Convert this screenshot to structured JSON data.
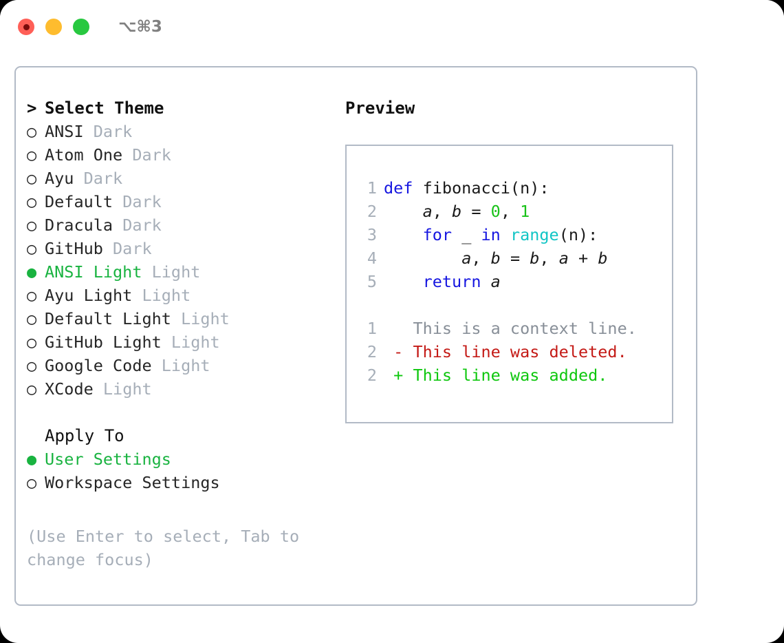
{
  "titlebar": {
    "dots": [
      {
        "name": "close-button",
        "color": "#ff5f57",
        "recording": true
      },
      {
        "name": "minimize-button",
        "color": "#febc2e",
        "recording": false
      },
      {
        "name": "maximize-button",
        "color": "#28c840",
        "recording": false
      }
    ],
    "shortcut": "⌥⌘3"
  },
  "colors": {
    "accent_green": "#19b340",
    "muted": "#a6aeb8",
    "border": "#b2bac6",
    "keyword_blue": "#1616e0",
    "function_cyan": "#11c5c5",
    "number_green": "#19c219",
    "diff_delete": "#c41a16",
    "diff_add": "#0ec70e",
    "diff_context": "#888f98"
  },
  "theme_picker": {
    "title": "Select Theme",
    "prompt_marker": ">",
    "bullet_selected": "●",
    "bullet_unselected": "○",
    "items": [
      {
        "name": "ANSI",
        "kind": "Dark",
        "selected": false
      },
      {
        "name": "Atom One",
        "kind": "Dark",
        "selected": false
      },
      {
        "name": "Ayu",
        "kind": "Dark",
        "selected": false
      },
      {
        "name": "Default",
        "kind": "Dark",
        "selected": false
      },
      {
        "name": "Dracula",
        "kind": "Dark",
        "selected": false
      },
      {
        "name": "GitHub",
        "kind": "Dark",
        "selected": false
      },
      {
        "name": "ANSI Light",
        "kind": "Light",
        "selected": true
      },
      {
        "name": "Ayu Light",
        "kind": "Light",
        "selected": false
      },
      {
        "name": "Default Light",
        "kind": "Light",
        "selected": false
      },
      {
        "name": "GitHub Light",
        "kind": "Light",
        "selected": false
      },
      {
        "name": "Google Code",
        "kind": "Light",
        "selected": false
      },
      {
        "name": "XCode",
        "kind": "Light",
        "selected": false
      }
    ]
  },
  "apply_to": {
    "title": "Apply To",
    "options": [
      {
        "label": "User Settings",
        "selected": true
      },
      {
        "label": "Workspace Settings",
        "selected": false
      }
    ]
  },
  "hint": "(Use Enter to select, Tab to change focus)",
  "preview": {
    "title": "Preview",
    "code_lines": [
      {
        "n": "1",
        "tokens": [
          {
            "t": "def ",
            "c": "kw"
          },
          {
            "t": "fibonacci(n):",
            "c": "plain"
          }
        ]
      },
      {
        "n": "2",
        "tokens": [
          {
            "t": "    ",
            "c": "plain"
          },
          {
            "t": "a",
            "c": "var"
          },
          {
            "t": ", ",
            "c": "plain"
          },
          {
            "t": "b",
            "c": "var"
          },
          {
            "t": " = ",
            "c": "plain"
          },
          {
            "t": "0",
            "c": "num"
          },
          {
            "t": ", ",
            "c": "plain"
          },
          {
            "t": "1",
            "c": "num"
          }
        ]
      },
      {
        "n": "3",
        "tokens": [
          {
            "t": "    ",
            "c": "plain"
          },
          {
            "t": "for",
            "c": "kw"
          },
          {
            "t": " _ ",
            "c": "plain"
          },
          {
            "t": "in",
            "c": "kw"
          },
          {
            "t": " ",
            "c": "plain"
          },
          {
            "t": "range",
            "c": "fn"
          },
          {
            "t": "(n):",
            "c": "plain"
          }
        ]
      },
      {
        "n": "4",
        "tokens": [
          {
            "t": "        ",
            "c": "plain"
          },
          {
            "t": "a",
            "c": "var"
          },
          {
            "t": ", ",
            "c": "plain"
          },
          {
            "t": "b",
            "c": "var"
          },
          {
            "t": " = ",
            "c": "plain"
          },
          {
            "t": "b",
            "c": "var"
          },
          {
            "t": ", ",
            "c": "plain"
          },
          {
            "t": "a",
            "c": "var"
          },
          {
            "t": " + ",
            "c": "plain"
          },
          {
            "t": "b",
            "c": "var"
          }
        ]
      },
      {
        "n": "5",
        "tokens": [
          {
            "t": "    ",
            "c": "plain"
          },
          {
            "t": "return",
            "c": "kw"
          },
          {
            "t": " ",
            "c": "plain"
          },
          {
            "t": "a",
            "c": "var"
          }
        ]
      }
    ],
    "diff_lines": [
      {
        "n": "1",
        "sign": " ",
        "text": "This is a context line.",
        "kind": "diff-ctx"
      },
      {
        "n": "2",
        "sign": "-",
        "text": "This line was deleted.",
        "kind": "diff-del"
      },
      {
        "n": "2",
        "sign": "+",
        "text": "This line was added.",
        "kind": "diff-add"
      }
    ]
  }
}
